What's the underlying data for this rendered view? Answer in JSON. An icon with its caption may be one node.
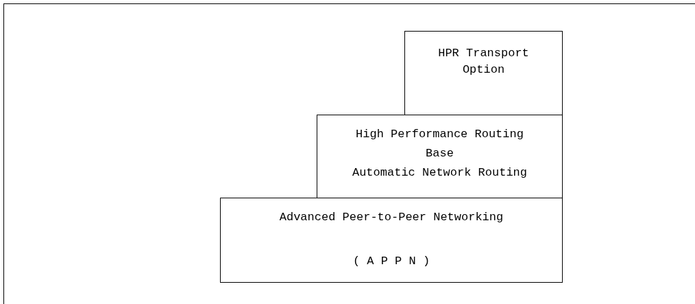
{
  "diagram": {
    "nodes": [
      {
        "text": [
          "HPR Transport Option"
        ]
      },
      {
        "text": [
          "High Performance Routing",
          "Base",
          "Automatic Network Routing"
        ]
      },
      {
        "text": [
          "Advanced Peer-to-Peer Networking",
          "( A P P N )"
        ]
      }
    ]
  }
}
